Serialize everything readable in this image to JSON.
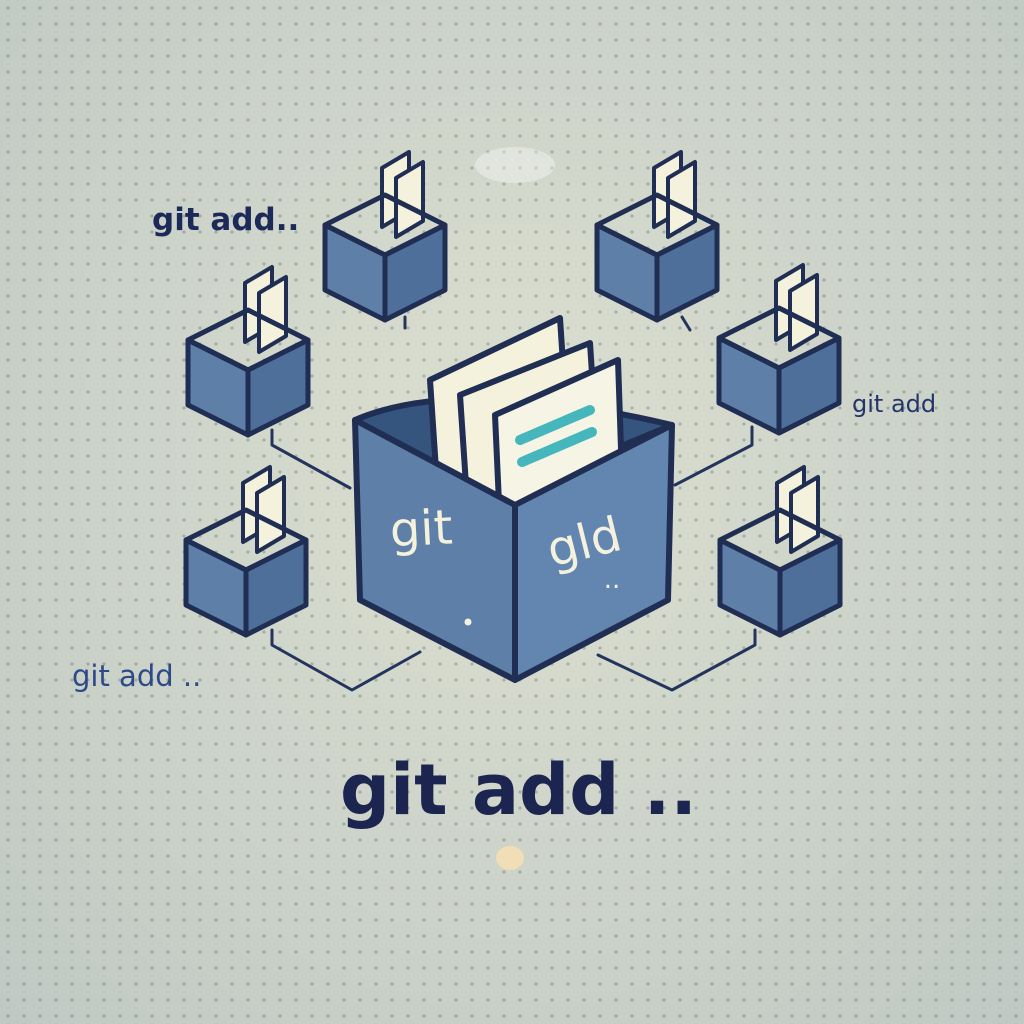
{
  "labels": {
    "top_left": "git add..",
    "right": "git add",
    "bottom_left": "git add ..",
    "bottom_center": "git add ..",
    "box_front_left": "git",
    "box_front_right": "gld",
    "box_dots": ".."
  },
  "colors": {
    "background": "#cfd5ca",
    "box_front": "#5d7fa8",
    "box_side": "#4e6f99",
    "box_inner": "#35557f",
    "outline": "#1f2e52",
    "paper": "#f4f1dd",
    "accent": "#46b6bd",
    "label_text": "#1c2a5a",
    "dot": "#f1ddb6"
  },
  "icons": {
    "central_box": "staging-box-icon",
    "small_box": "file-folder-box-icon"
  },
  "small_box_count": 6
}
